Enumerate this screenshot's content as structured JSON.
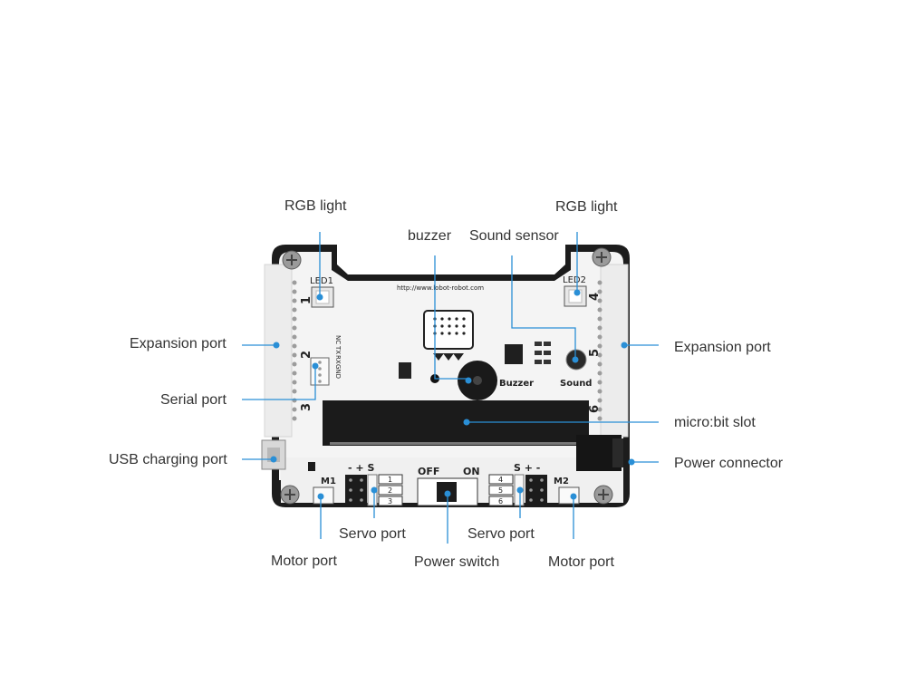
{
  "colors": {
    "leader": "#2a8fd6",
    "board": "#f4f4f4",
    "frame": "#1a1a1a"
  },
  "labels": {
    "rgb_left": "RGB light",
    "rgb_right": "RGB light",
    "buzzer": "buzzer",
    "sound_sensor": "Sound sensor",
    "expansion_left": "Expansion port",
    "expansion_right": "Expansion port",
    "serial": "Serial port",
    "usb": "USB charging port",
    "microbit_slot": "micro:bit slot",
    "power_connector": "Power connector",
    "servo_left": "Servo port",
    "servo_right": "Servo port",
    "motor_left": "Motor port",
    "motor_right": "Motor port",
    "power_switch": "Power switch"
  },
  "silkscreen": {
    "led1": "LED1",
    "led2": "LED2",
    "url": "http://www.lobot-robot.com",
    "serial_pins": [
      "NC",
      "TX",
      "RX",
      "GND"
    ],
    "port_numbers": [
      "1",
      "2",
      "3",
      "4",
      "5",
      "6"
    ],
    "buzzer_text": "Buzzer",
    "sound_text": "Sound",
    "m1": "M1",
    "m2": "M2",
    "servo_header_left": "- + S",
    "servo_header_right": "S + -",
    "servo_nums_left": [
      "1",
      "2",
      "3"
    ],
    "servo_nums_right": [
      "4",
      "5",
      "6"
    ],
    "off": "OFF",
    "on": "ON"
  }
}
